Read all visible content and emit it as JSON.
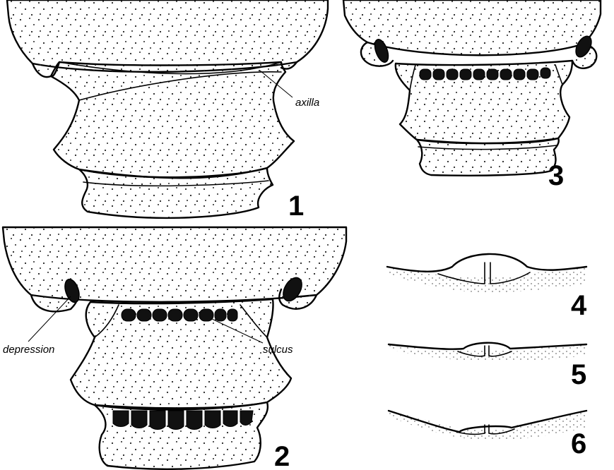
{
  "figure": {
    "panel_numbers": [
      "1",
      "2",
      "3",
      "4",
      "5",
      "6"
    ],
    "labels": {
      "axilla": "axilla",
      "depression": "depression",
      "sulcus": "sulcus"
    }
  },
  "colors": {
    "ink": "#000000",
    "background": "#ffffff",
    "stipple": "#222222"
  }
}
